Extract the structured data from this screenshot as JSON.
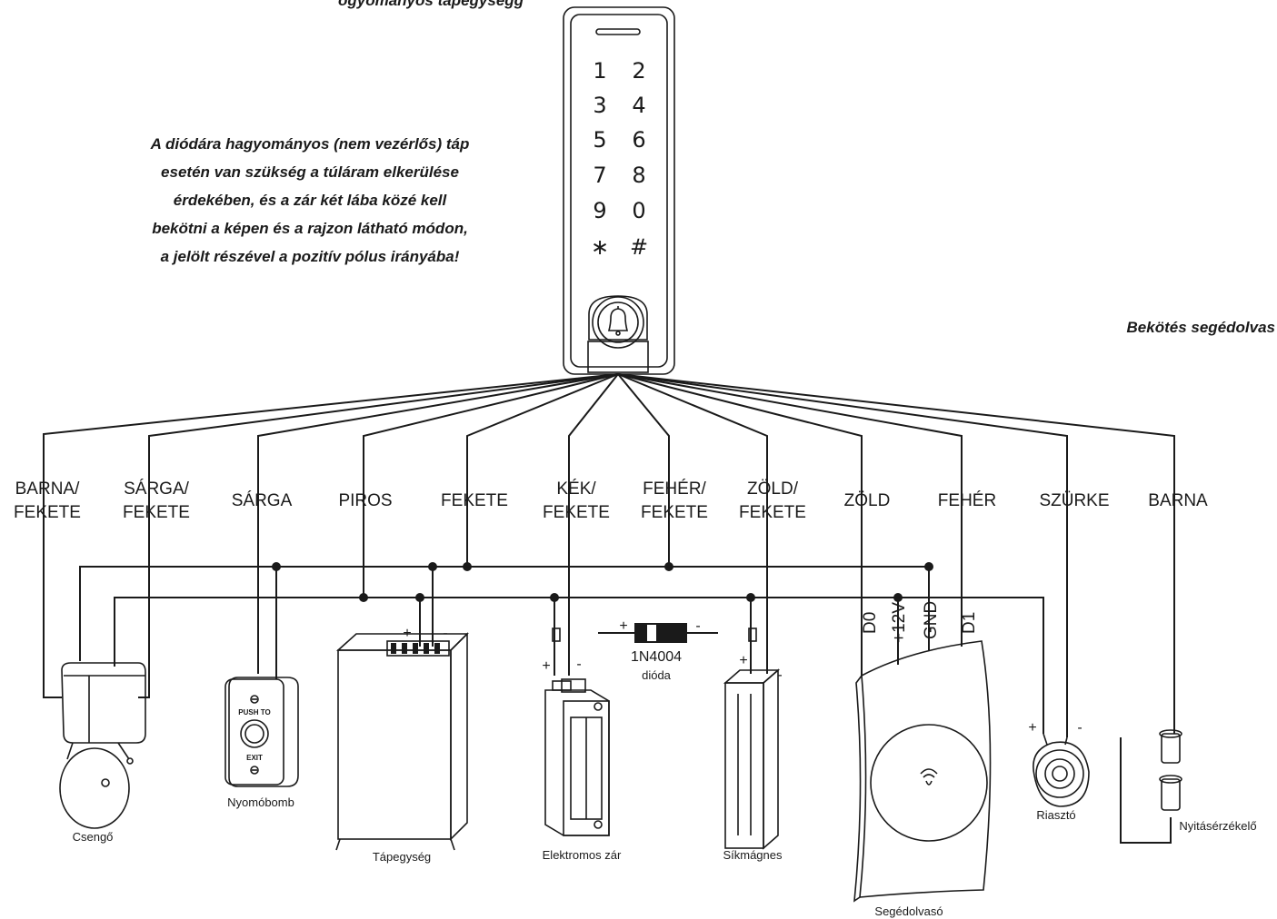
{
  "header_fragment": "ogyományos tápegységg",
  "note_lines": [
    "A diódára hagyományos (nem vezérlős) táp",
    "esetén van szükség a túláram elkerülése",
    "érdekében, és a zár két lába közé kell",
    "bekötni a képen és a rajzon látható módon,",
    "a jelölt részével a pozitív pólus irányába!"
  ],
  "aux_heading": "Bekötés segédolvas",
  "keypad": {
    "keys": [
      "1",
      "2",
      "3",
      "4",
      "5",
      "6",
      "7",
      "8",
      "9",
      "0",
      "∗",
      "#"
    ],
    "bell_icon": "bell-icon"
  },
  "wires": [
    {
      "line1": "BARNA/",
      "line2": "FEKETE"
    },
    {
      "line1": "SÁRGA/",
      "line2": "FEKETE"
    },
    {
      "line1": "SÁRGA",
      "line2": ""
    },
    {
      "line1": "PIROS",
      "line2": ""
    },
    {
      "line1": "FEKETE",
      "line2": ""
    },
    {
      "line1": "KÉK/",
      "line2": "FEKETE"
    },
    {
      "line1": "FEHÉR/",
      "line2": "FEKETE"
    },
    {
      "line1": "ZÖLD/",
      "line2": "FEKETE"
    },
    {
      "line1": "ZÖLD",
      "line2": ""
    },
    {
      "line1": "FEHÉR",
      "line2": ""
    },
    {
      "line1": "SZÜRKE",
      "line2": ""
    },
    {
      "line1": "BARNA",
      "line2": ""
    }
  ],
  "signs": {
    "plus": "+",
    "minus": "-"
  },
  "diode": {
    "part": "1N4004",
    "label": "dióda"
  },
  "reader_pins": [
    "D0",
    "+12V",
    "GND",
    "D1"
  ],
  "button_text": {
    "top": "PUSH TO",
    "bottom": "EXIT"
  },
  "devices": {
    "bell": "Csengő",
    "exit_button": "Nyomóbomb",
    "psu": "Tápegység",
    "lock": "Elektromos zár",
    "maglock": "Síkmágnes",
    "reader": "Segédolvasó",
    "siren": "Riasztó",
    "door_sensor": "Nyitásérzékelő"
  }
}
